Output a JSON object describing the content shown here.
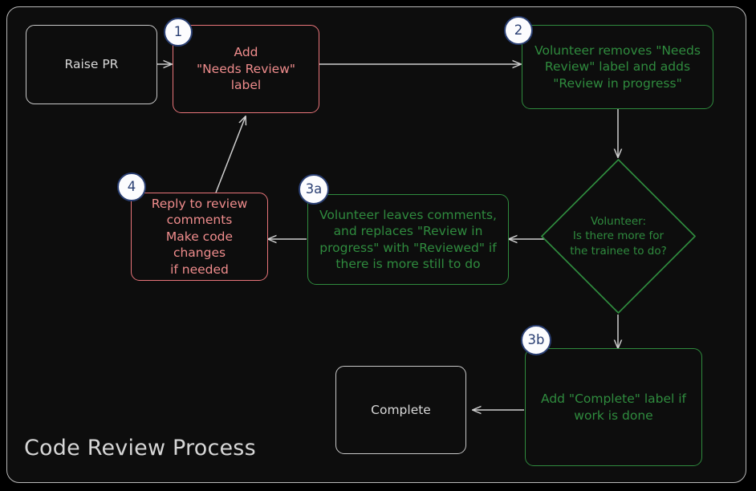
{
  "diagram": {
    "title": "Code Review Process",
    "type": "flowchart",
    "colors": {
      "background": "#000000",
      "panel": "#0d0d0d",
      "frame_border": "#b9b9b9",
      "red_stroke": "#e9757a",
      "red_text": "#ef8c8c",
      "green_stroke": "#2f8b3e",
      "green_text": "#2f8b3e",
      "neutral_stroke": "#c8c8c8",
      "neutral_text": "#d9d9d9",
      "edge": "#cfcfcf",
      "badge_fill": "#fcfcfe",
      "badge_border": "#2a3f73",
      "badge_text": "#2a3f73"
    },
    "nodes": [
      {
        "id": "raise-pr",
        "label": "Raise PR",
        "shape": "rounded-rect",
        "style": "neutral"
      },
      {
        "id": "add-needs-review",
        "label": "Add\n\"Needs Review\"\nlabel",
        "shape": "rounded-rect",
        "style": "red",
        "badge": "1"
      },
      {
        "id": "volunteer-start",
        "label": "Volunteer removes \"Needs\nReview\" label and adds\n\"Review in progress\"",
        "shape": "rounded-rect",
        "style": "green",
        "badge": "2"
      },
      {
        "id": "decision",
        "label": "Volunteer:\nIs there more for\nthe trainee to do?",
        "shape": "diamond",
        "style": "green"
      },
      {
        "id": "volunteer-comments",
        "label": "Volunteer leaves comments,\nand replaces \"Review in\nprogress\" with \"Reviewed\" if\nthere is more still to do",
        "shape": "rounded-rect",
        "style": "green",
        "badge": "3a"
      },
      {
        "id": "reply-to-review",
        "label": "Reply to review\ncomments\nMake code changes\nif needed",
        "shape": "rounded-rect",
        "style": "red",
        "badge": "4"
      },
      {
        "id": "add-complete",
        "label": "Add \"Complete\" label if\nwork is done",
        "shape": "rounded-rect",
        "style": "green",
        "badge": "3b"
      },
      {
        "id": "complete",
        "label": "Complete",
        "shape": "rounded-rect",
        "style": "neutral"
      }
    ],
    "badges": [
      {
        "id": "badge-1",
        "text": "1"
      },
      {
        "id": "badge-2",
        "text": "2"
      },
      {
        "id": "badge-3a",
        "text": "3a"
      },
      {
        "id": "badge-3b",
        "text": "3b"
      },
      {
        "id": "badge-4",
        "text": "4"
      }
    ],
    "edges": [
      {
        "id": "e1",
        "from": "raise-pr",
        "to": "add-needs-review",
        "label": ""
      },
      {
        "id": "e2",
        "from": "add-needs-review",
        "to": "volunteer-start",
        "label": ""
      },
      {
        "id": "e3",
        "from": "volunteer-start",
        "to": "decision",
        "label": ""
      },
      {
        "id": "e4",
        "from": "decision",
        "to": "volunteer-comments",
        "label": ""
      },
      {
        "id": "e5",
        "from": "volunteer-comments",
        "to": "reply-to-review",
        "label": ""
      },
      {
        "id": "e6",
        "from": "reply-to-review",
        "to": "add-needs-review",
        "label": ""
      },
      {
        "id": "e7",
        "from": "decision",
        "to": "add-complete",
        "label": ""
      },
      {
        "id": "e8",
        "from": "add-complete",
        "to": "complete",
        "label": ""
      }
    ]
  }
}
